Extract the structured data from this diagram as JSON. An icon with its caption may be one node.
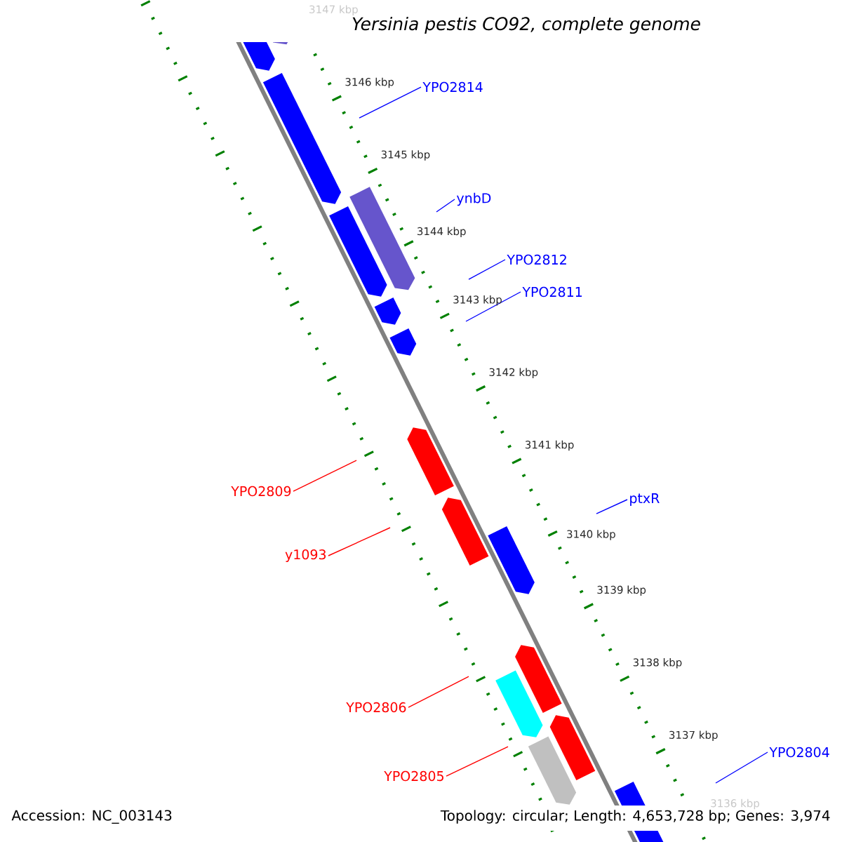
{
  "diagram": {
    "title": "Yersinia pestis CO92, complete genome",
    "nodes": [
      {
        "text": [
          "YPO2814"
        ]
      },
      {
        "text": [
          "ynbD"
        ]
      },
      {
        "text": [
          "YPO2812"
        ]
      },
      {
        "text": [
          "YPO2811"
        ]
      },
      {
        "text": [
          "YPO2809"
        ]
      },
      {
        "text": [
          "ptxR"
        ]
      },
      {
        "text": [
          "y1093"
        ]
      },
      {
        "text": [
          "YPO2806"
        ]
      },
      {
        "text": [
          "YPO2804"
        ]
      },
      {
        "text": [
          "YPO2805"
        ]
      }
    ],
    "edges": [
      {
        "from": 0,
        "to": null,
        "arrow": "none"
      },
      {
        "from": 1,
        "to": null,
        "arrow": "none"
      },
      {
        "from": 2,
        "to": null,
        "arrow": "none"
      },
      {
        "from": 3,
        "to": null,
        "arrow": "none"
      },
      {
        "from": 4,
        "to": null,
        "arrow": "none",
        "color": "#ff0000"
      },
      {
        "from": 5,
        "to": null,
        "arrow": "none"
      },
      {
        "from": 6,
        "to": null,
        "arrow": "none",
        "color": "#ff0000"
      },
      {
        "from": 7,
        "to": null,
        "arrow": "none",
        "color": "#ff0000"
      },
      {
        "from": 8,
        "to": null,
        "arrow": "none"
      },
      {
        "from": 9,
        "to": null,
        "arrow": "none",
        "color": "#ff0000"
      }
    ],
    "labels": [
      "3147 kbp",
      "3146 kbp",
      "3145 kbp",
      "3144 kbp",
      "3143 kbp",
      "3142 kbp",
      "3141 kbp",
      "3140 kbp",
      "3139 kbp",
      "3138 kbp",
      "3137 kbp",
      "3136 kbp",
      "Accession: NC_003143",
      "Topology: circular; Length: 4,653,728 bp; Genes: 3,974"
    ]
  }
}
